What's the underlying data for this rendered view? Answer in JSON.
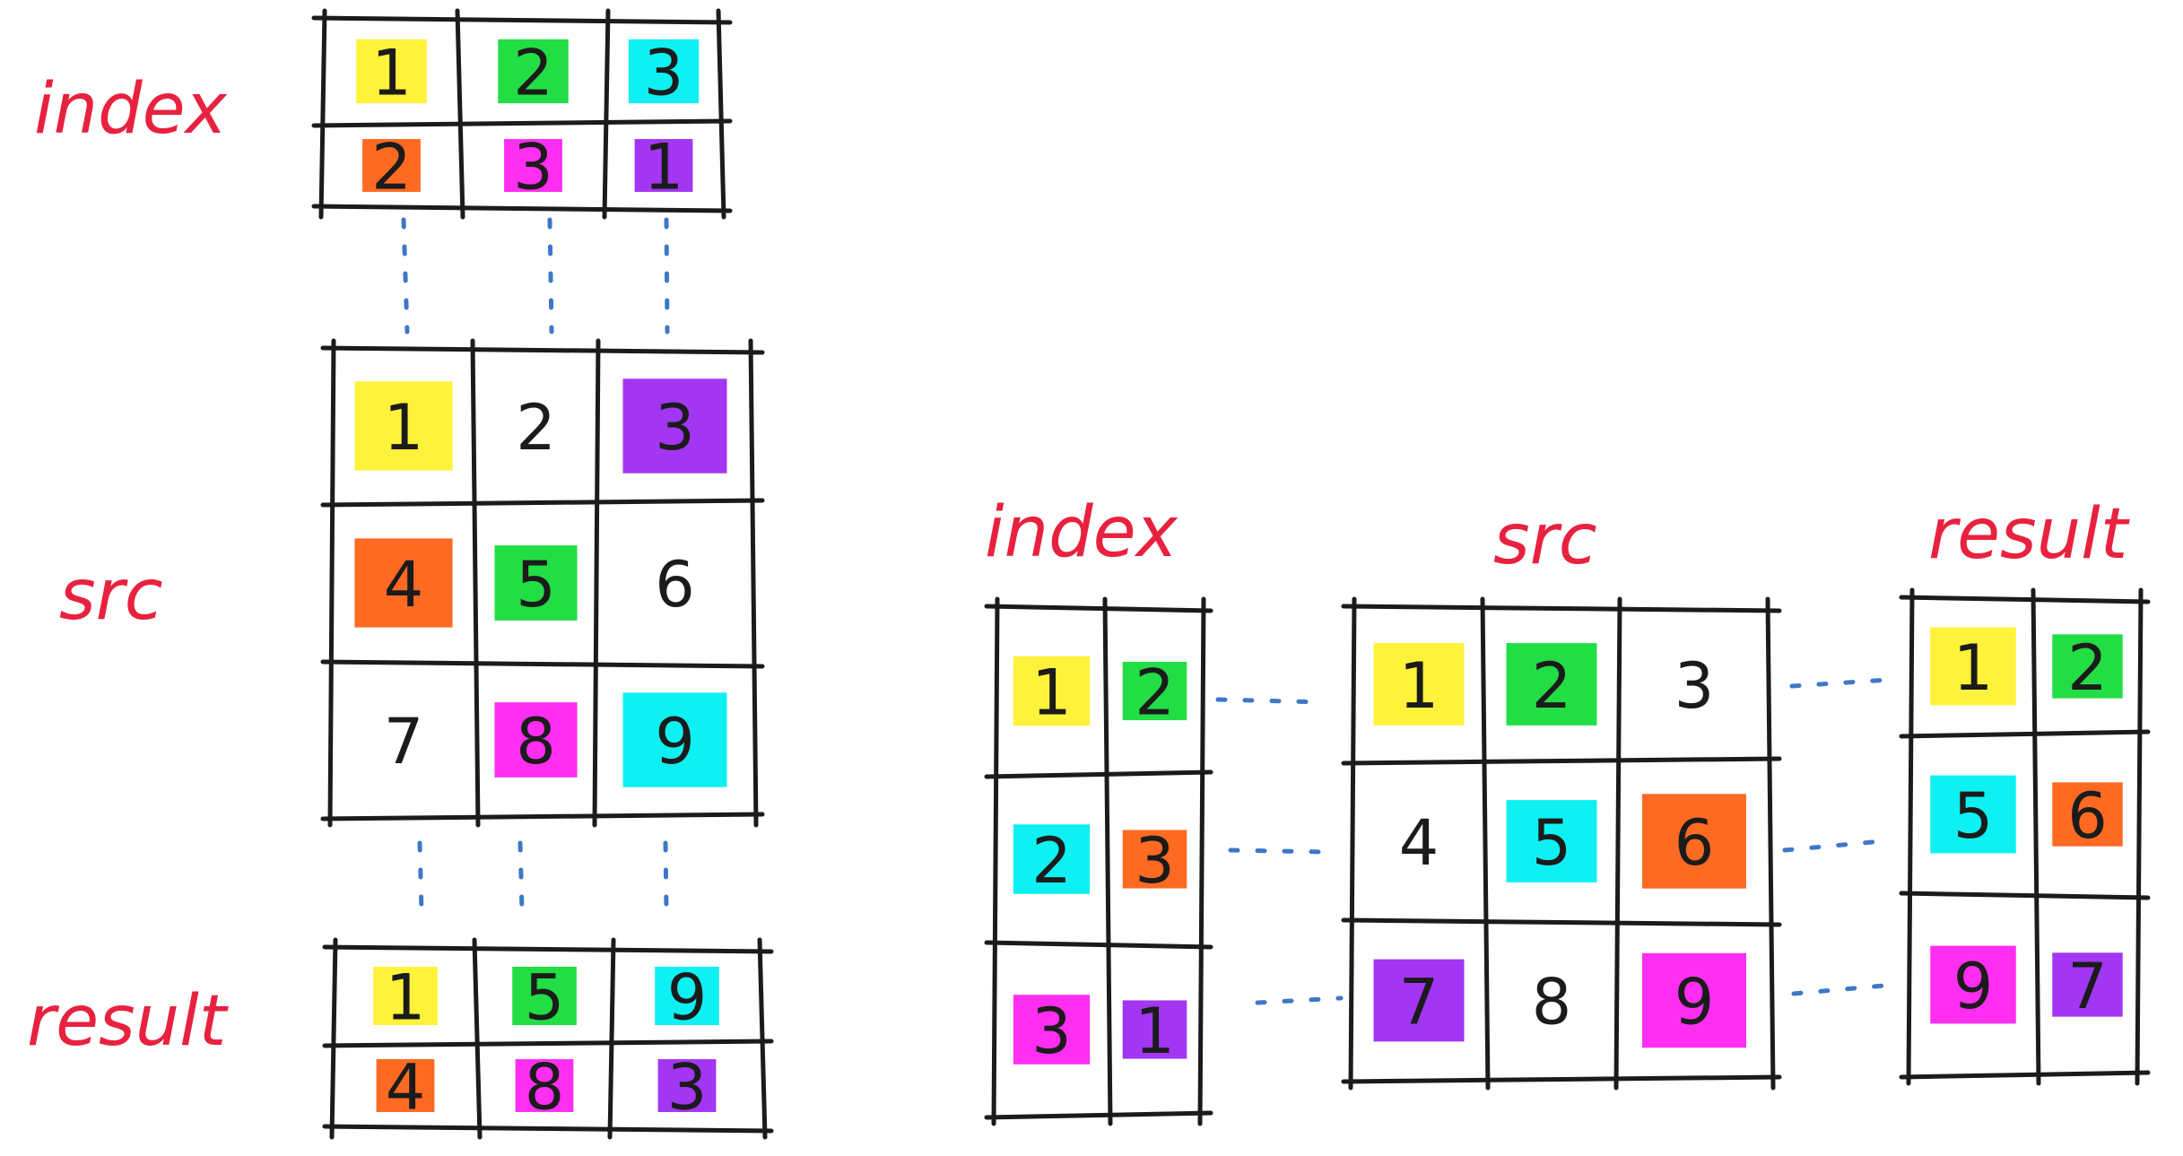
{
  "palette": {
    "yellow": "#fff23a",
    "green": "#22dd44",
    "cyan": "#0ff0f2",
    "orange": "#ff6a22",
    "magenta": "#ff2ef0",
    "purple": "#a236f2",
    "none": ""
  },
  "left": {
    "labels": {
      "index": "index",
      "src": "src",
      "result": "result"
    },
    "index": [
      [
        {
          "text": "1",
          "color": "yellow"
        },
        {
          "text": "2",
          "color": "green"
        },
        {
          "text": "3",
          "color": "cyan"
        }
      ],
      [
        {
          "text": "2",
          "color": "orange"
        },
        {
          "text": "3",
          "color": "magenta"
        },
        {
          "text": "1",
          "color": "purple"
        }
      ]
    ],
    "src": [
      [
        {
          "text": "1",
          "color": "yellow"
        },
        {
          "text": "2",
          "color": "none"
        },
        {
          "text": "3",
          "color": "purple"
        }
      ],
      [
        {
          "text": "4",
          "color": "orange"
        },
        {
          "text": "5",
          "color": "green"
        },
        {
          "text": "6",
          "color": "none"
        }
      ],
      [
        {
          "text": "7",
          "color": "none"
        },
        {
          "text": "8",
          "color": "magenta"
        },
        {
          "text": "9",
          "color": "cyan"
        }
      ]
    ],
    "result": [
      [
        {
          "text": "1",
          "color": "yellow"
        },
        {
          "text": "5",
          "color": "green"
        },
        {
          "text": "9",
          "color": "cyan"
        }
      ],
      [
        {
          "text": "4",
          "color": "orange"
        },
        {
          "text": "8",
          "color": "magenta"
        },
        {
          "text": "3",
          "color": "purple"
        }
      ]
    ]
  },
  "right": {
    "labels": {
      "index": "index",
      "src": "src",
      "result": "result"
    },
    "index": [
      [
        {
          "text": "1",
          "color": "yellow"
        },
        {
          "text": "2",
          "color": "green"
        }
      ],
      [
        {
          "text": "2",
          "color": "cyan"
        },
        {
          "text": "3",
          "color": "orange"
        }
      ],
      [
        {
          "text": "3",
          "color": "magenta"
        },
        {
          "text": "1",
          "color": "purple"
        }
      ]
    ],
    "src": [
      [
        {
          "text": "1",
          "color": "yellow"
        },
        {
          "text": "2",
          "color": "green"
        },
        {
          "text": "3",
          "color": "none"
        }
      ],
      [
        {
          "text": "4",
          "color": "none"
        },
        {
          "text": "5",
          "color": "cyan"
        },
        {
          "text": "6",
          "color": "orange"
        }
      ],
      [
        {
          "text": "7",
          "color": "purple"
        },
        {
          "text": "8",
          "color": "none"
        },
        {
          "text": "9",
          "color": "magenta"
        }
      ]
    ],
    "result": [
      [
        {
          "text": "1",
          "color": "yellow"
        },
        {
          "text": "2",
          "color": "green"
        }
      ],
      [
        {
          "text": "5",
          "color": "cyan"
        },
        {
          "text": "6",
          "color": "orange"
        }
      ],
      [
        {
          "text": "9",
          "color": "magenta"
        },
        {
          "text": "7",
          "color": "purple"
        }
      ]
    ]
  }
}
